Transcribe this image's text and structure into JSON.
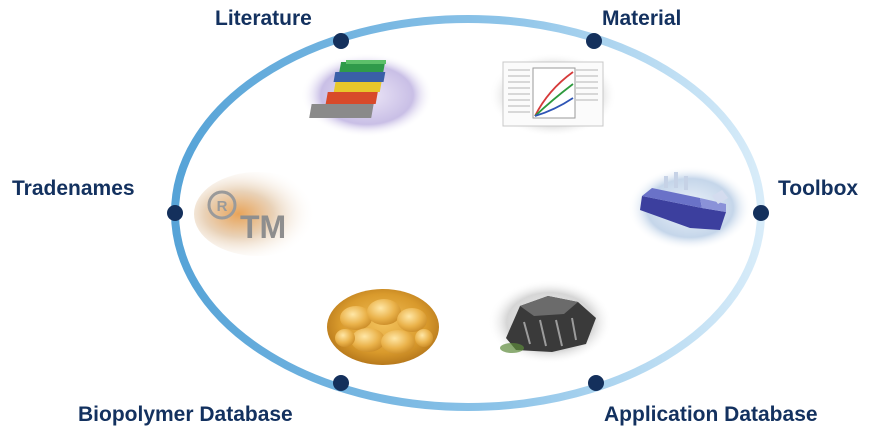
{
  "diagram": {
    "nodes": [
      {
        "id": "literature",
        "label": "Literature",
        "icon": "stack-of-books-icon"
      },
      {
        "id": "material",
        "label": "Material",
        "icon": "data-sheet-chart-icon"
      },
      {
        "id": "toolbox",
        "label": "Toolbox",
        "icon": "toolbox-icon"
      },
      {
        "id": "application-database",
        "label": "Application Database",
        "icon": "molded-part-icon"
      },
      {
        "id": "biopolymer-database",
        "label": "Biopolymer Database",
        "icon": "pellets-icon"
      },
      {
        "id": "tradenames",
        "label": "Tradenames",
        "icon": "trademark-icon"
      }
    ],
    "colors": {
      "label": "#13315f",
      "dot": "#14305c",
      "ring_dark": "#5ba6d8",
      "ring_light": "#cfe6f6"
    }
  }
}
